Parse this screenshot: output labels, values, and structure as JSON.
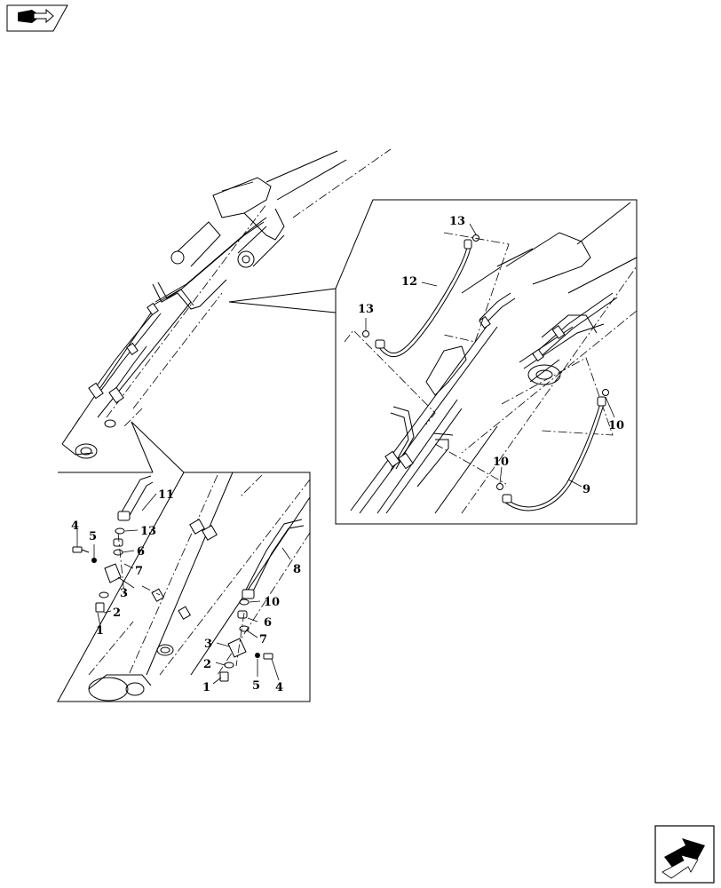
{
  "figure": {
    "type": "exploded parts diagram",
    "subject": "boom hydraulic lines with clamps and fittings"
  },
  "callouts": {
    "detail_upper": {
      "n13": "13",
      "n12": "12",
      "n13b": "13",
      "n10": "10",
      "n10b": "10",
      "n9": "9"
    },
    "detail_lower": {
      "n11": "11",
      "n4": "4",
      "n13": "13",
      "n5": "5",
      "n6": "6",
      "n7": "7",
      "n3": "3",
      "n2": "2",
      "n1": "1",
      "n8": "8",
      "n10": "10",
      "n6b": "6",
      "n3b": "3",
      "n7b": "7",
      "n2b": "2",
      "n1b": "1",
      "n5b": "5",
      "n4b": "4"
    }
  },
  "icons": {
    "top_left": "book-arrow-icon",
    "bottom_right": "next-page-arrow-icon"
  }
}
